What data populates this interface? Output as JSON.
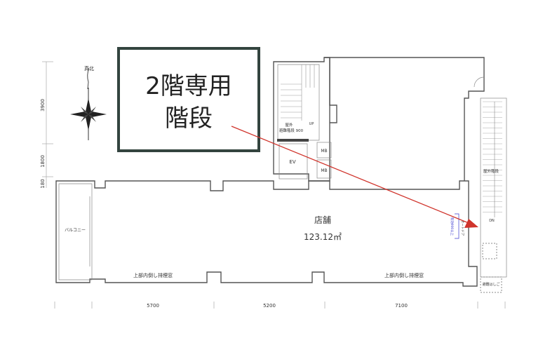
{
  "callout": {
    "line1": "2階専用",
    "line2": "階段"
  },
  "compass": {
    "label": "真北"
  },
  "dimensions": {
    "vertical": [
      "3900",
      "1800",
      "180"
    ],
    "horizontal": [
      "5700",
      "5200",
      "7100"
    ]
  },
  "rooms": {
    "store_name": "店舗",
    "store_area": "123.12㎡",
    "balcony": "バルコニー",
    "outdoor_stair_label1": "屋外",
    "outdoor_stair_label2": "避難階段 900",
    "up": "UP",
    "mb1": "MB",
    "mb2": "MB",
    "ev": "EV",
    "external_stair": "屋外階段",
    "dn": "DN",
    "window_left": "上部内倒し排煙窓",
    "window_right": "上部内倒し排煙窓",
    "door_width": "有効900以上",
    "auto_door": "オートドア",
    "escape_ladder": "避難はしご"
  },
  "colors": {
    "arrow": "#d0342c",
    "callout_border": "#33443f",
    "door_note": "#3b3bd0"
  }
}
